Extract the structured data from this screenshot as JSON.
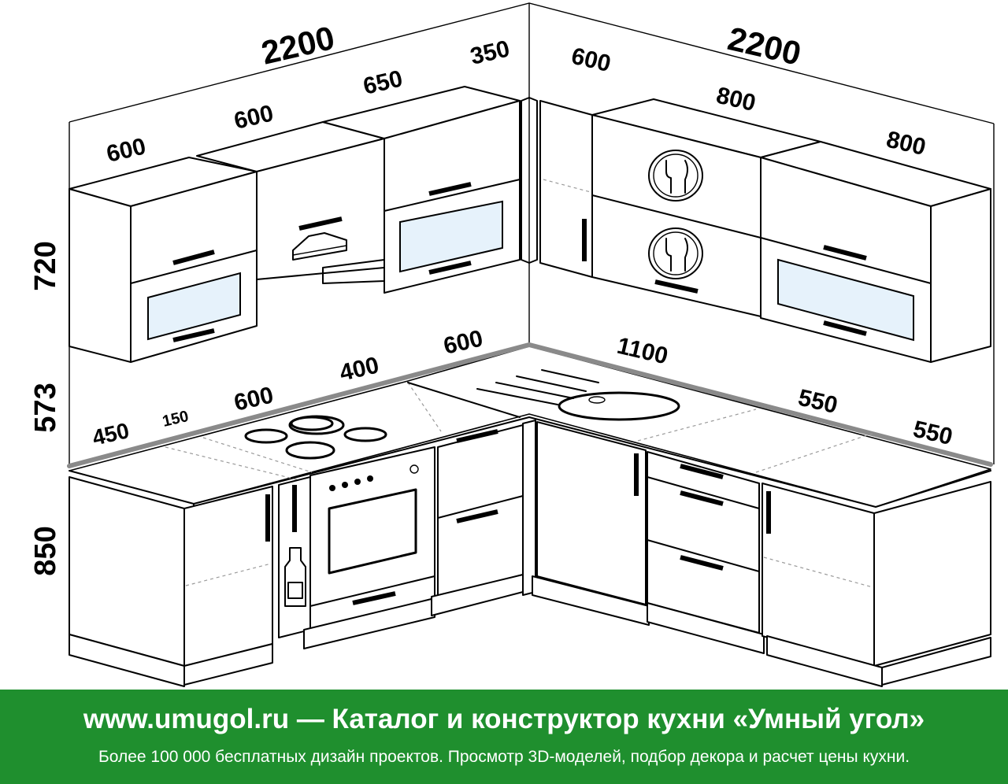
{
  "dimensions": {
    "wall_left_total": "2200",
    "wall_right_total": "2200",
    "upper_left": [
      "600",
      "600",
      "650",
      "350"
    ],
    "upper_right": [
      "600",
      "800",
      "800"
    ],
    "height_upper": "720",
    "height_splash": "573",
    "height_base": "850",
    "counter_left": [
      "450",
      "150",
      "600",
      "400",
      "600"
    ],
    "counter_right": [
      "1100",
      "550",
      "550"
    ]
  },
  "banner": {
    "title": "www.umugol.ru — Каталог и конструктор кухни «Умный угол»",
    "subtitle": "Более 100 000 бесплатных дизайн проектов. Просмотр 3D-моделей, подбор декора и расчет цены кухни."
  },
  "colors": {
    "banner_bg": "#1f8f2e",
    "glass": "#e6f2fb",
    "line": "#000000"
  }
}
